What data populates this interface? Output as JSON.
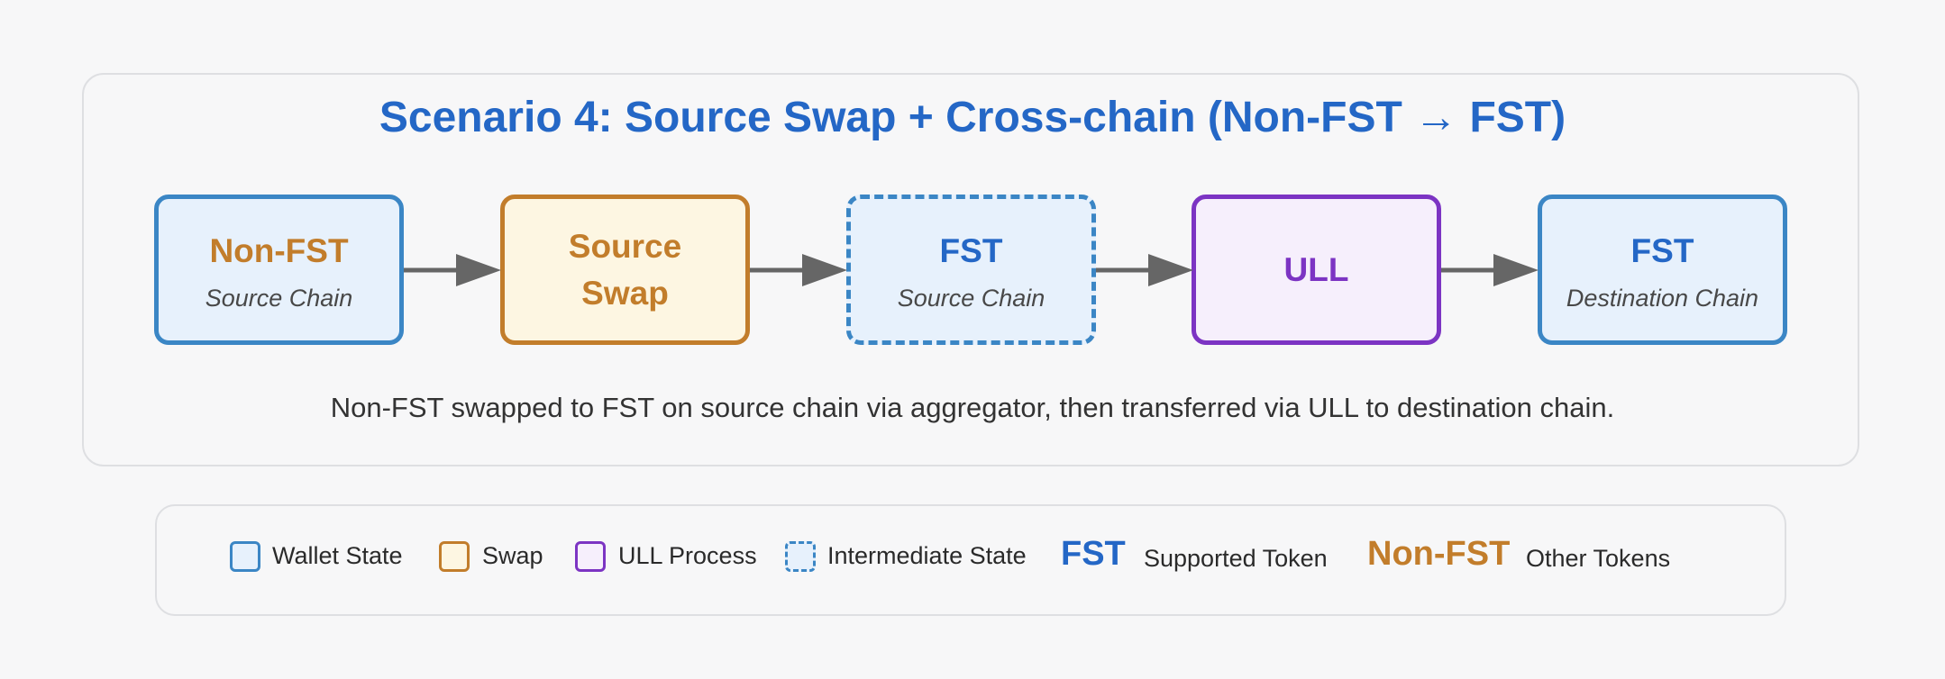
{
  "title": "Scenario 4: Source Swap + Cross-chain (Non-FST → FST)",
  "nodes": [
    {
      "main": "Non-FST",
      "sub": "Source Chain",
      "kind": "wallet"
    },
    {
      "main": "Source\nSwap",
      "sub": "",
      "kind": "swap"
    },
    {
      "main": "FST",
      "sub": "Source Chain",
      "kind": "intermediate"
    },
    {
      "main": "ULL",
      "sub": "",
      "kind": "ull"
    },
    {
      "main": "FST",
      "sub": "Destination Chain",
      "kind": "wallet"
    }
  ],
  "caption": "Non-FST swapped to FST on source chain via aggregator, then transferred via ULL to destination chain.",
  "legend": {
    "wallet_state": "Wallet State",
    "swap": "Swap",
    "ull_process": "ULL Process",
    "intermediate_state": "Intermediate State",
    "fst_label": "FST",
    "supported_token": "Supported Token",
    "nonfst_label": "Non-FST",
    "other_tokens": "Other Tokens"
  },
  "colors": {
    "blue": "#2467c6",
    "orange": "#c27d2b",
    "purple": "#7c34c3",
    "arrow": "#666666"
  }
}
